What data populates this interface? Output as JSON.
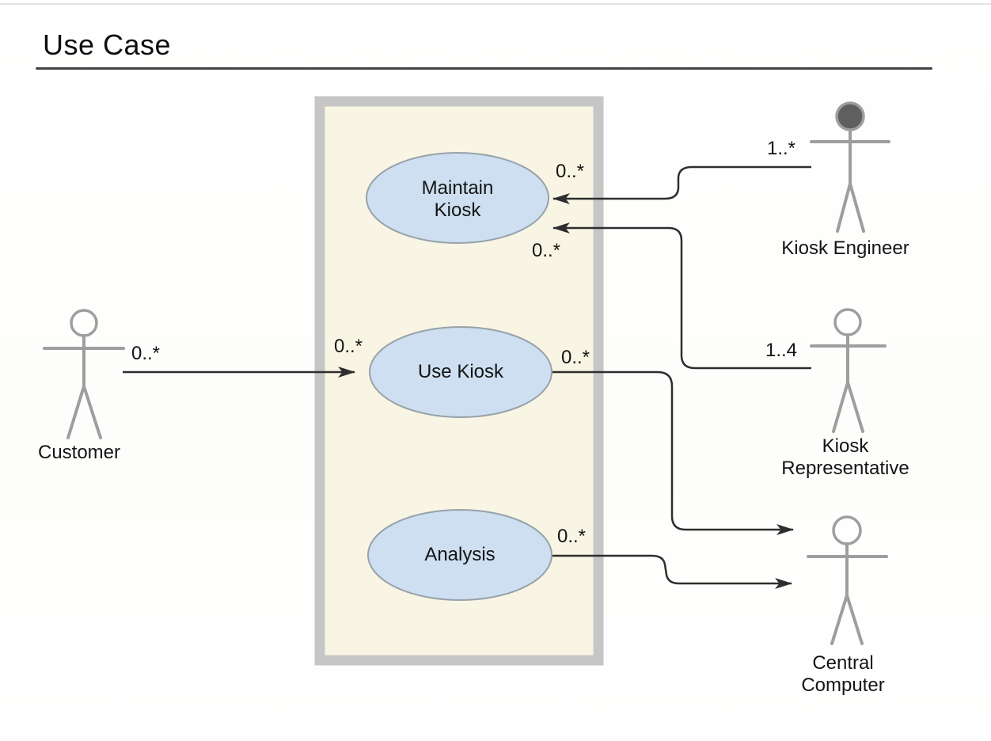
{
  "title": "Use Case",
  "diagram": {
    "use_cases": [
      {
        "label": "Maintain Kiosk"
      },
      {
        "label": "Use Kiosk"
      },
      {
        "label": "Analysis"
      }
    ],
    "actors": [
      {
        "name": "Customer"
      },
      {
        "name": "Kiosk Engineer"
      },
      {
        "name": "Kiosk Representative"
      },
      {
        "name": "Central Computer"
      }
    ],
    "associations": [
      {
        "from": "Customer",
        "to": "Use Kiosk",
        "source_label": "0..*",
        "target_label": "0..*"
      },
      {
        "from": "Kiosk Engineer",
        "to": "Maintain Kiosk",
        "source_label": "1..*",
        "target_label": "0..*"
      },
      {
        "from": "Kiosk Representative",
        "to": "Maintain Kiosk",
        "source_label": "1..4",
        "target_label": "0..*"
      },
      {
        "from": "Use Kiosk",
        "to": "Central Computer",
        "source_label": "0..*"
      },
      {
        "from": "Analysis",
        "to": "Central Computer",
        "source_label": "0..*"
      }
    ]
  },
  "colors": {
    "use_case_fill": "#cddff1",
    "use_case_border": "#98a2aa",
    "boundary_fill": "#f8f5e4",
    "boundary_border": "#c6c6c6",
    "connector": "#2e2e2e",
    "actor": "#9e9e9e",
    "engineer_head_fill": "#5f5f5f",
    "title_rule": "#424242"
  }
}
